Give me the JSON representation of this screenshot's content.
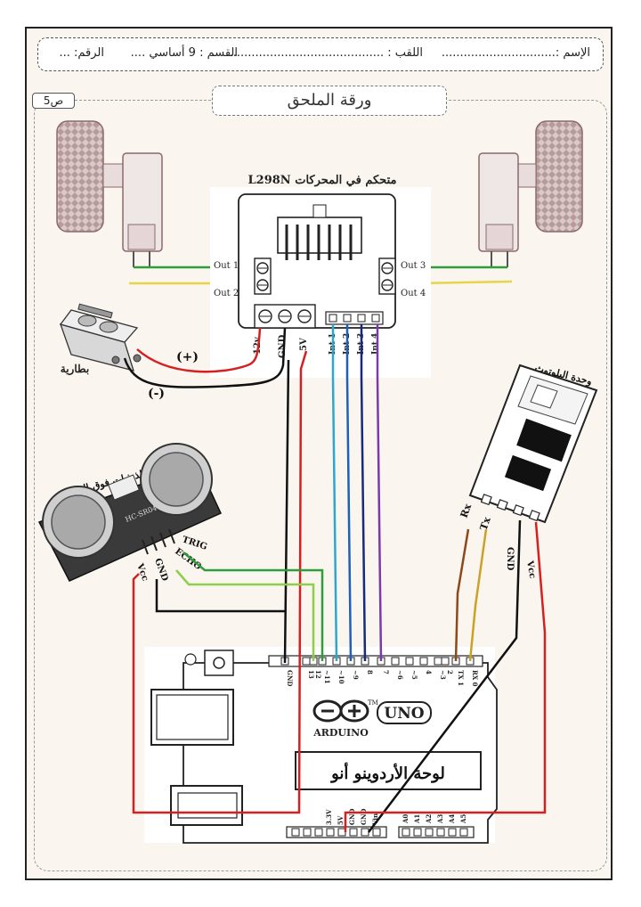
{
  "header": {
    "name_label": "الإسم :...............................",
    "surname_label": "اللقب : ...........................................",
    "section_label": "القسم : 9 أساسي ....",
    "number_label": "الرقم: ..."
  },
  "title": "ورقة الملحق",
  "page_tag": "ص5",
  "motor_driver": {
    "title": "L298N متحكم في المحركات",
    "out1": "Out 1",
    "out2": "Out 2",
    "out3": "Out 3",
    "out4": "Out 4",
    "pin_12v": "12v",
    "pin_gnd": "GND",
    "pin_5v": "5V",
    "in1": "Int 1",
    "in2": "Int 2",
    "in3": "Int 3",
    "in4": "Int 4"
  },
  "battery": {
    "label": "بطارية",
    "plus": "(+)",
    "minus": "(-)"
  },
  "ultrasonic": {
    "title": "حساس الذبذبات فوق الصوتية",
    "model": "HC-SR04",
    "vcc": "Vcc",
    "gnd": "GND",
    "echo": "ECHO",
    "trig": "TRIG"
  },
  "bluetooth": {
    "title": "وحدة البلوتوث",
    "rx": "Rx",
    "tx": "Tx",
    "gnd": "GND",
    "vcc": "Vcc"
  },
  "arduino": {
    "label": "لوحة الأردوينو أنو",
    "brand": "ARDUINO",
    "model": "UNO",
    "tm": "TM",
    "digital_pins": [
      "GND",
      "13",
      "12",
      "~11",
      "~10",
      "~9",
      "8",
      "7",
      "~6",
      "~5",
      "4",
      "~3",
      "2",
      "TX 1",
      "RX 0"
    ],
    "power_pins": [
      "3.3V",
      "5V",
      "GND",
      "GND",
      "Vin"
    ],
    "analog_pins": [
      "A0",
      "A1",
      "A2",
      "A3",
      "A4",
      "A5"
    ]
  },
  "colors": {
    "frame": "#222222",
    "red_wire": "#d42020",
    "black_wire": "#111111",
    "green_wire": "#2e9e3a",
    "yellow_wire": "#e6d44a",
    "cyan_wire": "#2aa8cf",
    "blue_wire": "#1e5fb8",
    "navy_wire": "#1a2a7a",
    "purple_wire": "#7a3aa8",
    "brown_wire": "#8b4a1a",
    "gold_wire": "#c9a227"
  }
}
